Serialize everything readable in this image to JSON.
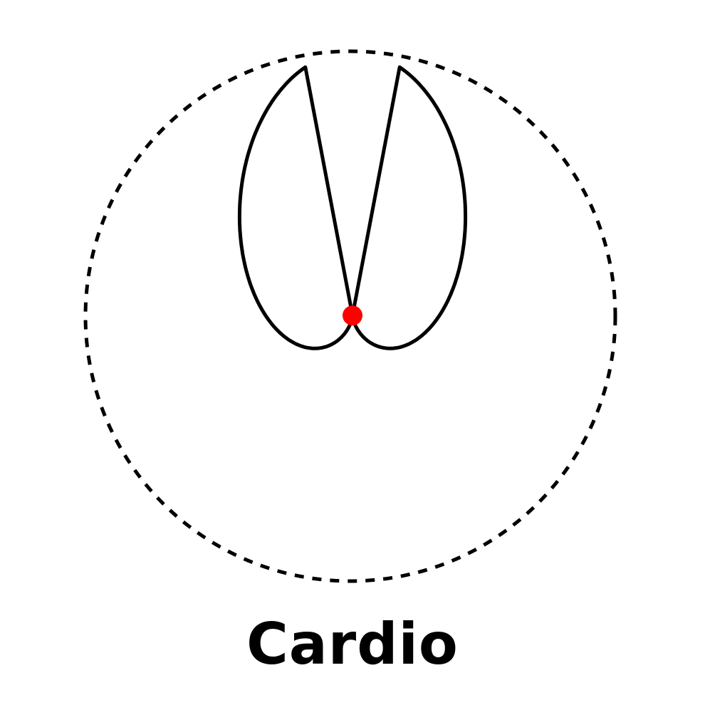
{
  "caption": "Cardio",
  "pattern": {
    "type": "cardioid",
    "reference": "omnidirectional",
    "origin_marker": "microphone-point",
    "colors": {
      "pattern_line": "#000000",
      "reference_line": "#000000",
      "origin_marker": "#ff0000",
      "background": "#ffffff"
    }
  }
}
